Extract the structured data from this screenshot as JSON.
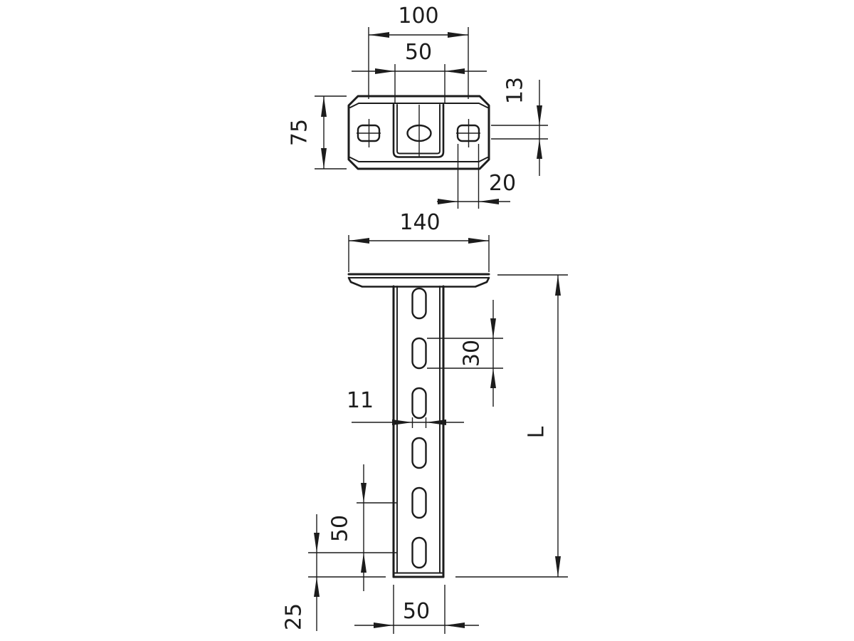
{
  "drawing": {
    "type": "technical_dimension_drawing",
    "subject": "channel support bracket with head plate",
    "colors": {
      "line": "#1c1c1c",
      "background": "#ffffff"
    },
    "dimensions": {
      "top_view": {
        "hole_spacing": "100",
        "channel_width": "50",
        "plate_depth": "75",
        "slot_height": "13",
        "slot_length": "20"
      },
      "front_view": {
        "plate_width": "140",
        "hole_length": "30",
        "hole_width": "11",
        "support_length": "L",
        "hole_pitch": "50",
        "end_hole_offset": "25",
        "profile_width": "50"
      }
    }
  }
}
